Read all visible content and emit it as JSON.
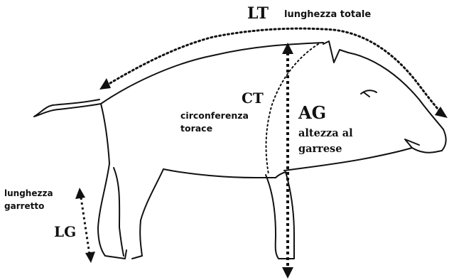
{
  "labels": {
    "lt_code": "LT",
    "lt_text": "lunghezza totale",
    "ct_code": "CT",
    "ct_text_line1": "circonferenza",
    "ct_text_line2": "torace",
    "ag_code": "AG",
    "ag_text_line1": "altezza al",
    "ag_text_line2": "garrese",
    "lg_text_line1": "lunghezza",
    "lg_text_line2": "garretto",
    "lg_code": "LG"
  },
  "colors": {
    "line": "#111111",
    "background": "#ffffff"
  }
}
